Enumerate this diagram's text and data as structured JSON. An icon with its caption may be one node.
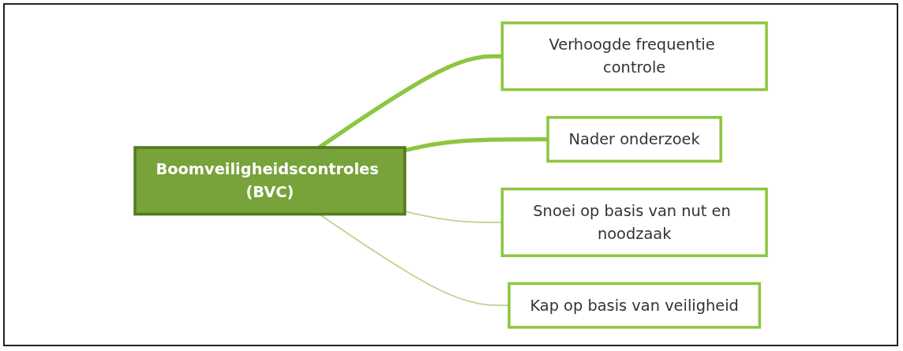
{
  "diagram": {
    "nodes": [
      {
        "text": [
          "Verhoogde frequentie controle"
        ]
      },
      {
        "text": [
          "Boomveiligheidscontroles (BVC)"
        ]
      },
      {
        "text": [
          "Nader onderzoek"
        ]
      },
      {
        "text": [
          "Snoei op basis van nut en noodzaak"
        ]
      },
      {
        "text": [
          "Kap op basis van veiligheid"
        ]
      }
    ],
    "edges": [
      {
        "from": 1,
        "to": 0,
        "arrow": "none",
        "style": "thick",
        "color": "#8dc63f"
      },
      {
        "from": 1,
        "to": 2,
        "arrow": "none",
        "style": "thick",
        "color": "#8dc63f"
      },
      {
        "from": 1,
        "to": 3,
        "arrow": "none",
        "color": "#b8d68e"
      },
      {
        "from": 1,
        "to": 4,
        "arrow": "none",
        "color": "#b8d68e"
      }
    ]
  }
}
